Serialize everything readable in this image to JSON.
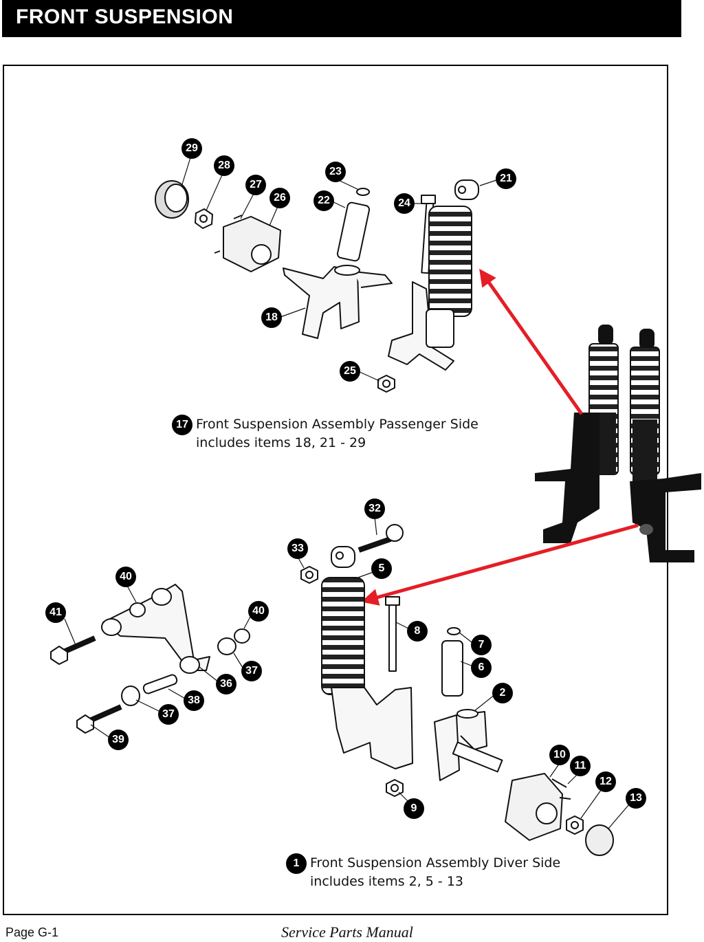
{
  "header": {
    "title": "FRONT SUSPENSION"
  },
  "passenger_assembly": {
    "number": "17",
    "line1": "Front Suspension Assembly Passenger Side",
    "line2": "includes items 18, 21 - 29"
  },
  "driver_assembly": {
    "number": "1",
    "line1": "Front Suspension Assembly Diver Side",
    "line2": "includes items 2, 5 - 13"
  },
  "part_numbers": [
    "29",
    "28",
    "27",
    "26",
    "23",
    "22",
    "21",
    "24",
    "18",
    "25",
    "32",
    "33",
    "5",
    "40",
    "41",
    "40",
    "8",
    "7",
    "6",
    "37",
    "36",
    "38",
    "37",
    "2",
    "39",
    "10",
    "11",
    "12",
    "13",
    "9"
  ],
  "footer": {
    "page_label": "Page  G-1",
    "manual_title": "Service Parts Manual"
  },
  "colors": {
    "arrow": "#e41e26",
    "badge": "#000000",
    "header": "#000000"
  }
}
